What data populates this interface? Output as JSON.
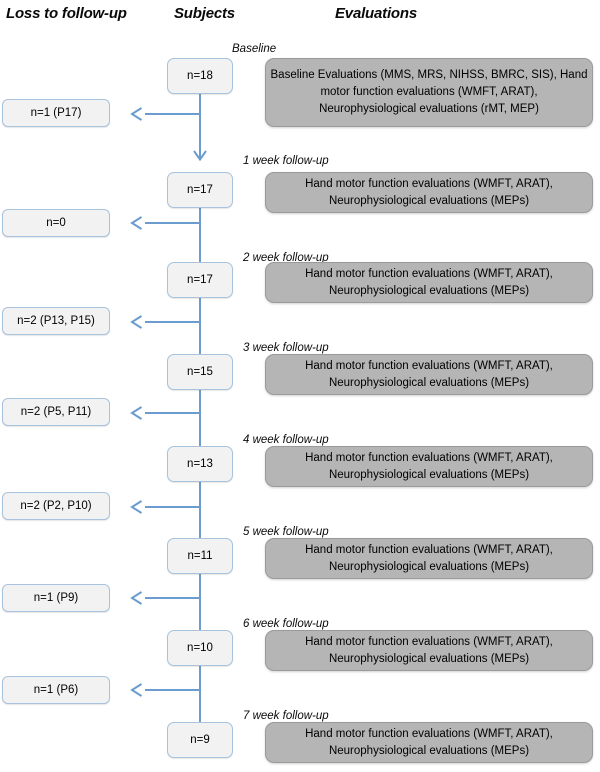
{
  "headers": {
    "loss": "Loss to follow-up",
    "subjects": "Subjects",
    "evaluations": "Evaluations"
  },
  "colors": {
    "arrow_blue": "#6a9cd0",
    "subject_box_fill": "#f2f2f2",
    "subject_box_border": "#a9c3de",
    "eval_box_fill": "#b5b5b5",
    "eval_box_border": "#9a9a9a",
    "text": "#000000"
  },
  "stages": [
    {
      "stage_label": "Baseline",
      "subjects": "n=18",
      "eval_lines": [
        "Baseline Evaluations (MMS, MRS, NIHSS, BMRC, SIS), Hand",
        "motor function evaluations (WMFT, ARAT),",
        "Neurophysiological evaluations (rMT, MEP)"
      ],
      "loss": "n=1 (P17)"
    },
    {
      "stage_label": "1 week follow-up",
      "subjects": "n=17",
      "eval_lines": [
        "Hand motor function evaluations (WMFT, ARAT),",
        "Neurophysiological evaluations (MEPs)"
      ],
      "loss": "n=0"
    },
    {
      "stage_label": "2 week follow-up",
      "subjects": "n=17",
      "eval_lines": [
        "Hand motor function evaluations (WMFT, ARAT),",
        "Neurophysiological evaluations (MEPs)"
      ],
      "loss": "n=2 (P13, P15)"
    },
    {
      "stage_label": "3 week follow-up",
      "subjects": "n=15",
      "eval_lines": [
        "Hand motor function evaluations (WMFT, ARAT),",
        "Neurophysiological evaluations (MEPs)"
      ],
      "loss": "n=2 (P5, P11)"
    },
    {
      "stage_label": "4 week follow-up",
      "subjects": "n=13",
      "eval_lines": [
        "Hand motor function evaluations (WMFT, ARAT),",
        "Neurophysiological evaluations (MEPs)"
      ],
      "loss": "n=2 (P2, P10)"
    },
    {
      "stage_label": "5 week follow-up",
      "subjects": "n=11",
      "eval_lines": [
        "Hand motor function evaluations (WMFT, ARAT),",
        "Neurophysiological evaluations (MEPs)"
      ],
      "loss": "n=1 (P9)"
    },
    {
      "stage_label": "6 week follow-up",
      "subjects": "n=10",
      "eval_lines": [
        "Hand motor function evaluations (WMFT, ARAT),",
        "Neurophysiological evaluations (MEPs)"
      ],
      "loss": "n=1 (P6)"
    },
    {
      "stage_label": "7 week follow-up",
      "subjects": "n=9",
      "eval_lines": [
        "Hand motor function evaluations (WMFT, ARAT),",
        "Neurophysiological evaluations (MEPs)"
      ],
      "loss": null
    }
  ]
}
